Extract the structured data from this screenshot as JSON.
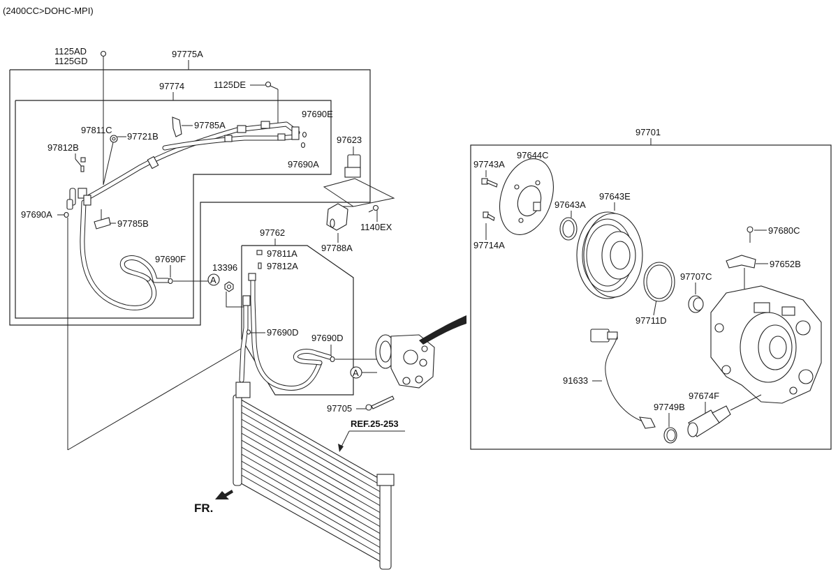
{
  "diagram": {
    "header": "(2400CC>DOHC-MPI)",
    "labels": {
      "p1125AD": "1125AD",
      "p1125GD": "1125GD",
      "p97775A": "97775A",
      "p97774": "97774",
      "p1125DE": "1125DE",
      "p97690E": "97690E",
      "p97785A": "97785A",
      "p97811C": "97811C",
      "p97721B": "97721B",
      "p97812B": "97812B",
      "p97690A_r": "97690A",
      "p97690A_l": "97690A",
      "p97785B": "97785B",
      "p97623": "97623",
      "p1140EX": "1140EX",
      "p97788A": "97788A",
      "p97762": "97762",
      "p97811A": "97811A",
      "p97812A": "97812A",
      "p97690F": "97690F",
      "p13396": "13396",
      "p97690D_a": "97690D",
      "p97690D_b": "97690D",
      "p97705": "97705",
      "ref": "REF.25-253",
      "fr": "FR.",
      "p97701": "97701",
      "p97743A": "97743A",
      "p97644C": "97644C",
      "p97643E": "97643E",
      "p97643A": "97643A",
      "p97714A": "97714A",
      "p97680C": "97680C",
      "p97652B": "97652B",
      "p97707C": "97707C",
      "p97711D": "97711D",
      "p91633": "91633",
      "p97749B": "97749B",
      "p97674F": "97674F",
      "markerA1": "A",
      "markerA2": "A"
    }
  }
}
